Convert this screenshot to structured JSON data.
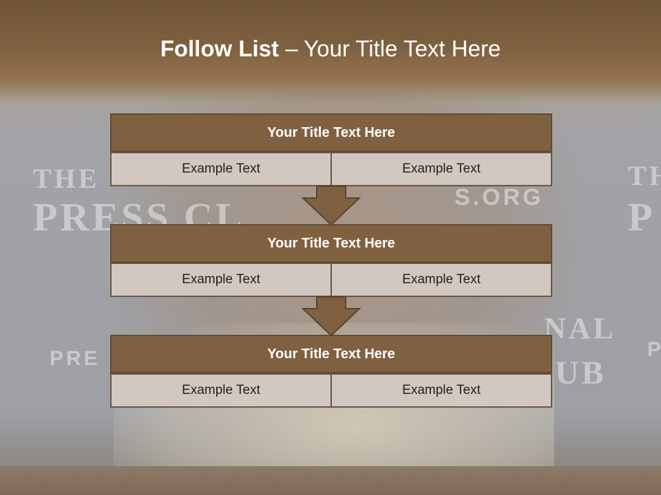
{
  "slide": {
    "title_bold": "Follow List",
    "title_rest": " – Your Title Text Here"
  },
  "background": {
    "words": {
      "the": "THE",
      "press_club": "PRESS CL",
      "dot_org": "S.ORG",
      "right_the": "TH",
      "right_p": "P",
      "pre": "PRE",
      "nal": "NAL",
      "ub": "UB",
      "right_p2": "P"
    }
  },
  "blocks": [
    {
      "title": "Your Title Text Here",
      "cells": [
        "Example Text",
        "Example Text"
      ]
    },
    {
      "title": "Your Title Text Here",
      "cells": [
        "Example Text",
        "Example Text"
      ]
    },
    {
      "title": "Your Title Text Here",
      "cells": [
        "Example Text",
        "Example Text"
      ]
    }
  ],
  "colors": {
    "header_fill": "#7f6141",
    "cell_fill": "#d1c8c1",
    "arrow_fill": "#7f6141"
  }
}
